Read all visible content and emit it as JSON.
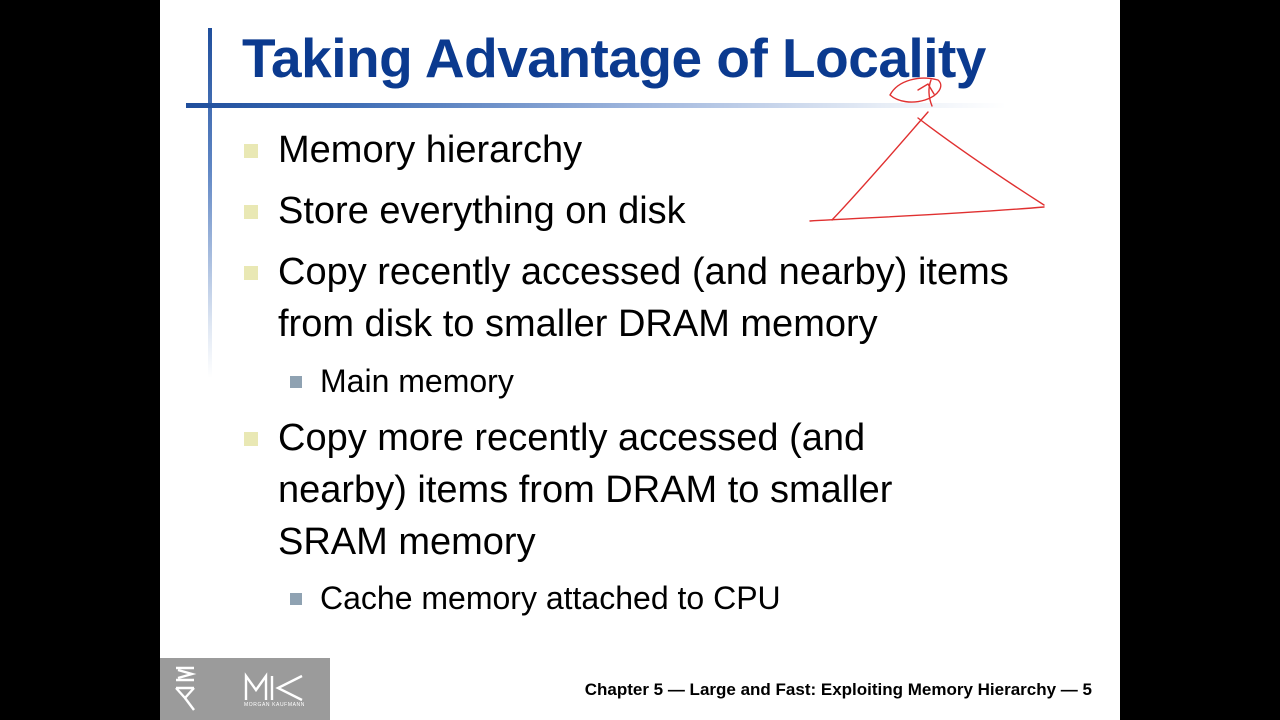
{
  "slide": {
    "title": "Taking Advantage of Locality",
    "bullets": [
      {
        "text": "Memory hierarchy"
      },
      {
        "text": "Store everything on disk"
      },
      {
        "text": "Copy recently accessed (and nearby) items from disk to smaller DRAM memory"
      },
      {
        "text": "Main memory"
      },
      {
        "text": "Copy more recently accessed (and nearby) items from DRAM to smaller SRAM memory"
      },
      {
        "text": "Cache memory attached to CPU"
      }
    ],
    "footer": {
      "text": "Chapter 5 — Large and Fast: Exploiting Memory Hierarchy — 5",
      "logo_letters": "MK",
      "logo_subtext": "MORGAN KAUFMANN"
    }
  },
  "colors": {
    "title": "#0b3a8f",
    "accent_bar": "#1f4e9c",
    "bullet_level1": "#e9e8b4",
    "bullet_level2": "#8fa2b2",
    "ink": "#e03030",
    "logo_bg": "#9b9b9b"
  },
  "icons": {
    "publisher_logo": "morgan-kaufmann-logo",
    "annotation": "red-pen-triangle-sketch"
  }
}
